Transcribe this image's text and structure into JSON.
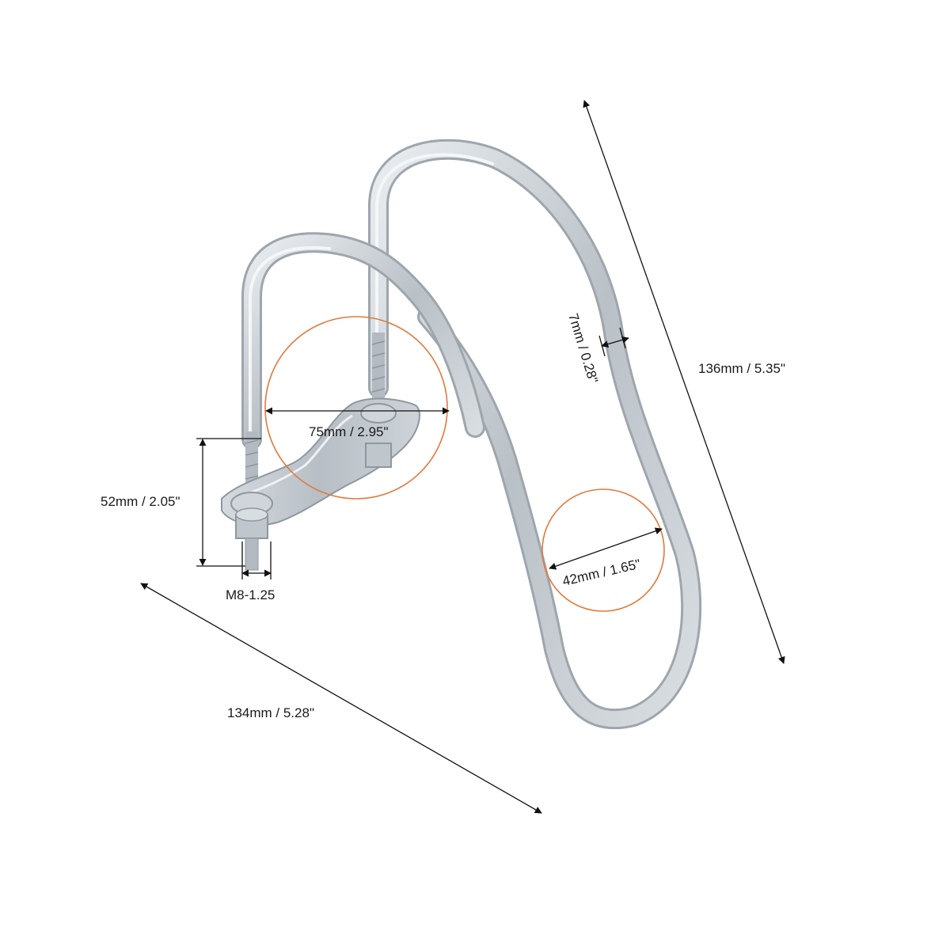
{
  "product": {
    "object": "galvanized steel bike wall hanger with U-bolt mounting clamp",
    "finish_color": "#c9ced3",
    "highlight_color": "#eef1f4",
    "callout_color": "#e07a3c"
  },
  "dimensions": {
    "height": "136mm / 5.35\"",
    "width": "134mm / 5.28\"",
    "rod_diameter": "7mm / 0.28\"",
    "clamp_width": "75mm / 2.95\"",
    "bolt_length": "52mm / 2.05\"",
    "thread": "M8-1.25",
    "opening": "42mm / 1.65\""
  }
}
